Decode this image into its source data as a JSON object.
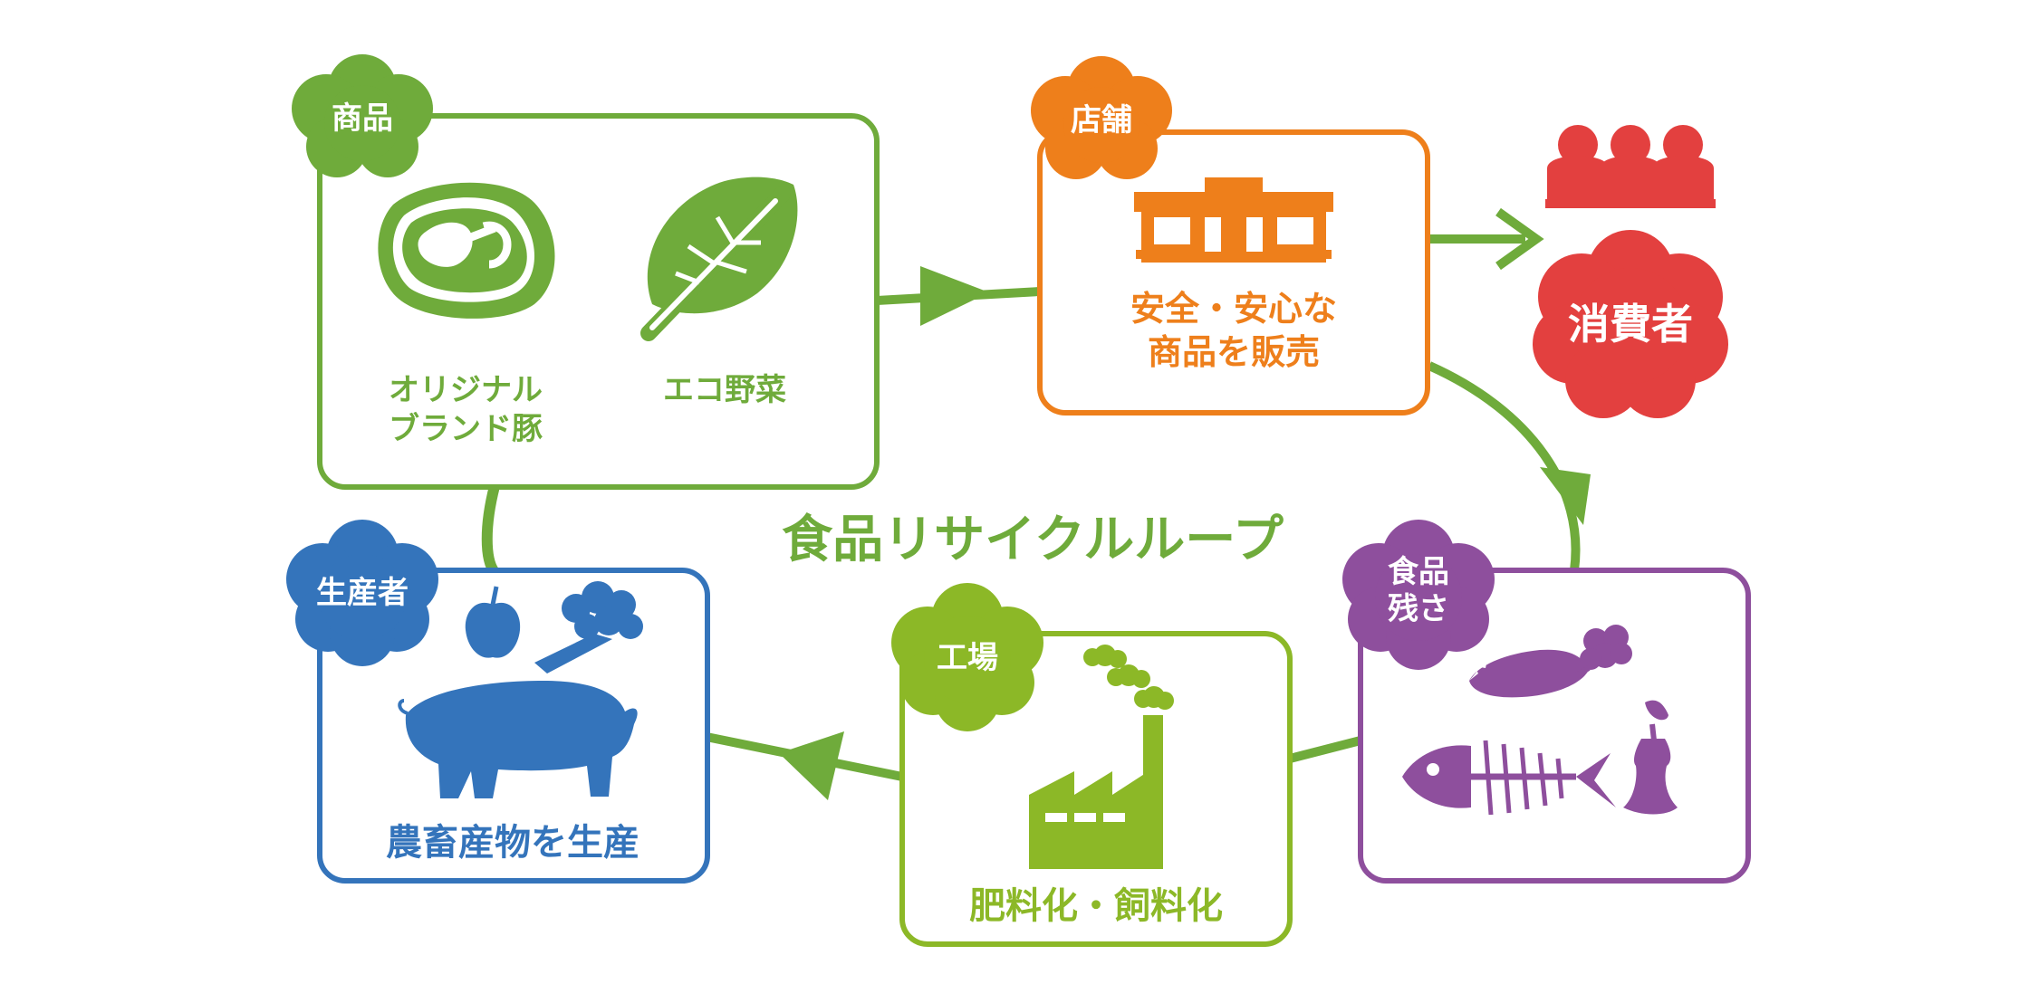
{
  "title": "食品リサイクルループ",
  "colors": {
    "green": "#6fab3b",
    "orange": "#ee7f1b",
    "red": "#e3403f",
    "purple": "#8e4f9d",
    "blue": "#3474bb",
    "lime": "#8cb827"
  },
  "product": {
    "badge": "商品",
    "items": [
      {
        "icon": "meat-icon",
        "label_line1": "オリジナル",
        "label_line2": "ブランド豚"
      },
      {
        "icon": "leaf-vegetable-icon",
        "label": "エコ野菜"
      }
    ]
  },
  "store": {
    "badge": "店舗",
    "icon": "store-building-icon",
    "caption_line1": "安全・安心な",
    "caption_line2": "商品を販売"
  },
  "consumer": {
    "icon": "people-group-icon",
    "label": "消費者"
  },
  "food_waste": {
    "badge_line1": "食品",
    "badge_line2": "残さ",
    "icons": [
      "eaten-sweet-potato-icon",
      "fish-bone-icon",
      "apple-core-icon"
    ]
  },
  "factory": {
    "badge": "工場",
    "icon": "factory-icon",
    "caption": "肥料化・飼料化"
  },
  "producer": {
    "badge": "生産者",
    "icons": [
      "apple-icon",
      "broccoli-icon",
      "pig-icon"
    ],
    "caption": "農畜産物を生産"
  }
}
